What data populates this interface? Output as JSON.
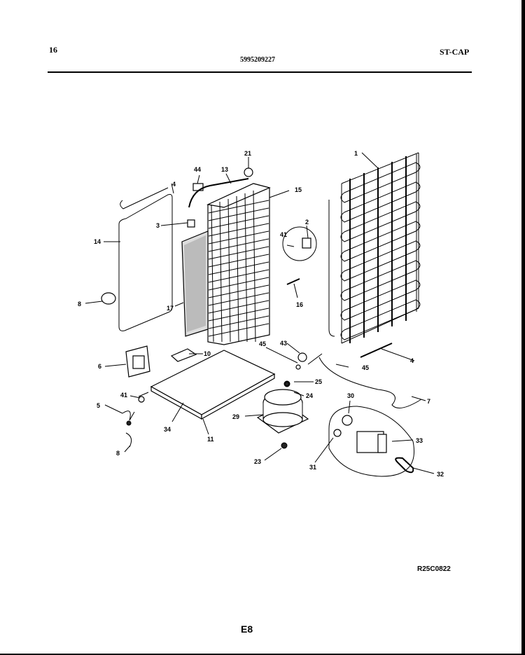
{
  "header": {
    "page_number": "16",
    "part_number": "5995209227",
    "model_code": "ST-CAP"
  },
  "footer": {
    "diagram_id": "R25C0822",
    "page_code": "E8"
  },
  "callouts": {
    "c1": "1",
    "c2": "2",
    "c3": "3",
    "c4a": "4",
    "c4b": "4",
    "c5": "5",
    "c6": "6",
    "c7": "7",
    "c8a": "8",
    "c8b": "8",
    "c10": "10",
    "c11": "11",
    "c13": "13",
    "c14": "14",
    "c15": "15",
    "c16": "16",
    "c17": "17",
    "c21": "21",
    "c23": "23",
    "c24": "24",
    "c25": "25",
    "c29": "29",
    "c30": "30",
    "c31": "31",
    "c32": "32",
    "c33": "33",
    "c34": "34",
    "c41a": "41",
    "c41b": "41",
    "c43": "43",
    "c44": "44",
    "c45a": "45",
    "c45b": "45"
  }
}
